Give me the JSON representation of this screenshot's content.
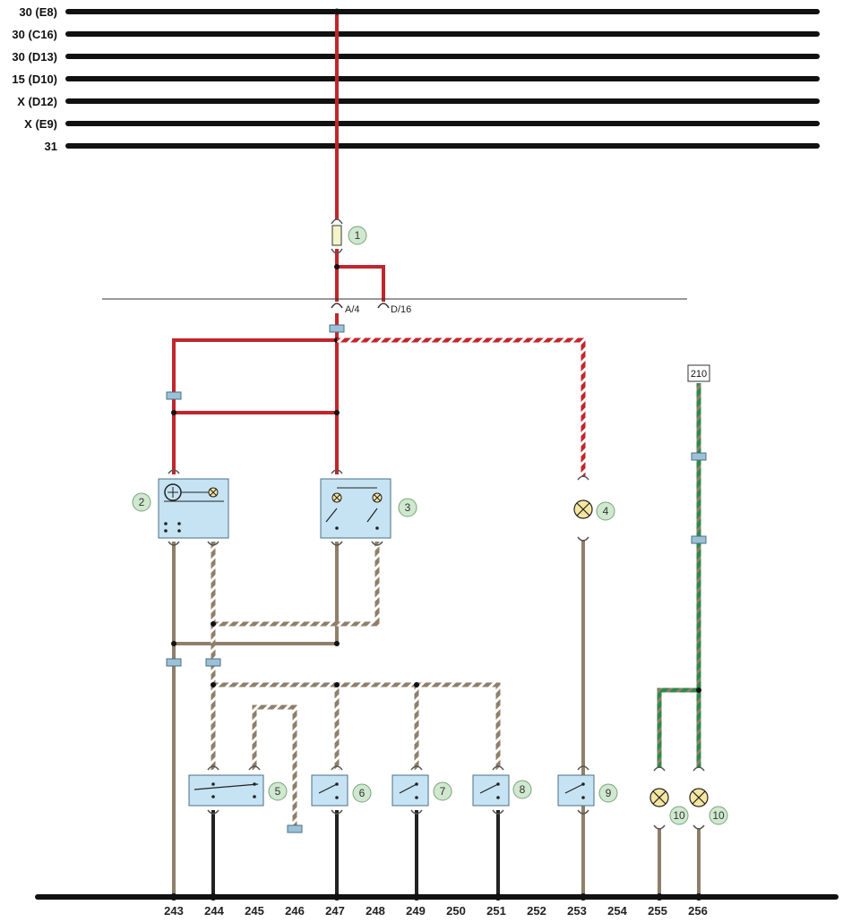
{
  "bus_lines": [
    "30 (E8)",
    "30 (C16)",
    "30 (D13)",
    "15 (D10)",
    "X (D12)",
    "X (E9)",
    "31"
  ],
  "connectors": {
    "a4": "A/4",
    "d16": "D/16"
  },
  "reference_box": "210",
  "callouts": [
    "1",
    "2",
    "3",
    "4",
    "5",
    "6",
    "7",
    "8",
    "9",
    "10",
    "10"
  ],
  "bottom_numbers": [
    "243",
    "244",
    "245",
    "246",
    "247",
    "248",
    "249",
    "250",
    "251",
    "252",
    "253",
    "254",
    "255",
    "256"
  ],
  "colors": {
    "bus": "#111111",
    "red_wire": "#c0262b",
    "brown_wire": "#8f7f6a",
    "green_wire": "#2e8a4a",
    "component_fill": "#c6e3f3",
    "callout_fill": "#cfe8cf",
    "lamp_fill": "#f5e6a0"
  }
}
